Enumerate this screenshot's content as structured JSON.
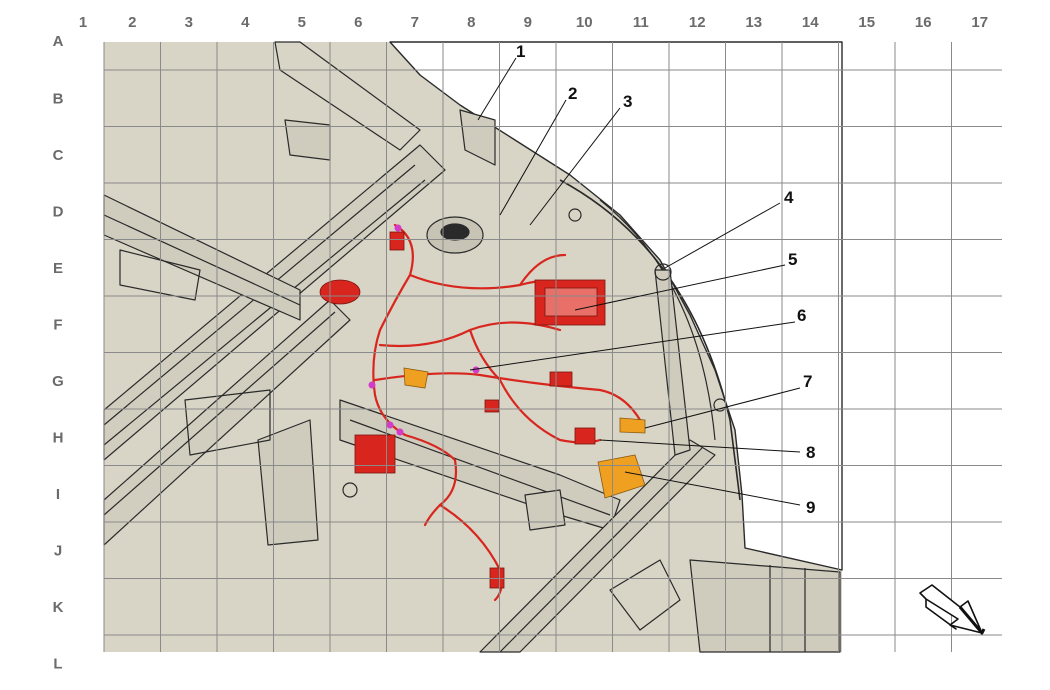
{
  "grid": {
    "columns": [
      "1",
      "2",
      "3",
      "4",
      "5",
      "6",
      "7",
      "8",
      "9",
      "10",
      "11",
      "12",
      "13",
      "14",
      "15",
      "16",
      "17"
    ],
    "rows": [
      "A",
      "B",
      "C",
      "D",
      "E",
      "F",
      "G",
      "H",
      "I",
      "J",
      "K",
      "L"
    ]
  },
  "callouts": [
    {
      "label": "1"
    },
    {
      "label": "2"
    },
    {
      "label": "3"
    },
    {
      "label": "4"
    },
    {
      "label": "5"
    },
    {
      "label": "6"
    },
    {
      "label": "7"
    },
    {
      "label": "8"
    },
    {
      "label": "9"
    }
  ],
  "colors": {
    "background": "#d8d4c6",
    "grid": "#8a8a8a",
    "outline": "#2a2a2a",
    "harness": "#d8261e",
    "connector_orange": "#f0a020",
    "connector_magenta": "#d23cc8",
    "callout_text": "#111111",
    "axis_label": "#6b6b6b"
  },
  "orientation_icon": "direction-arrow-icon"
}
